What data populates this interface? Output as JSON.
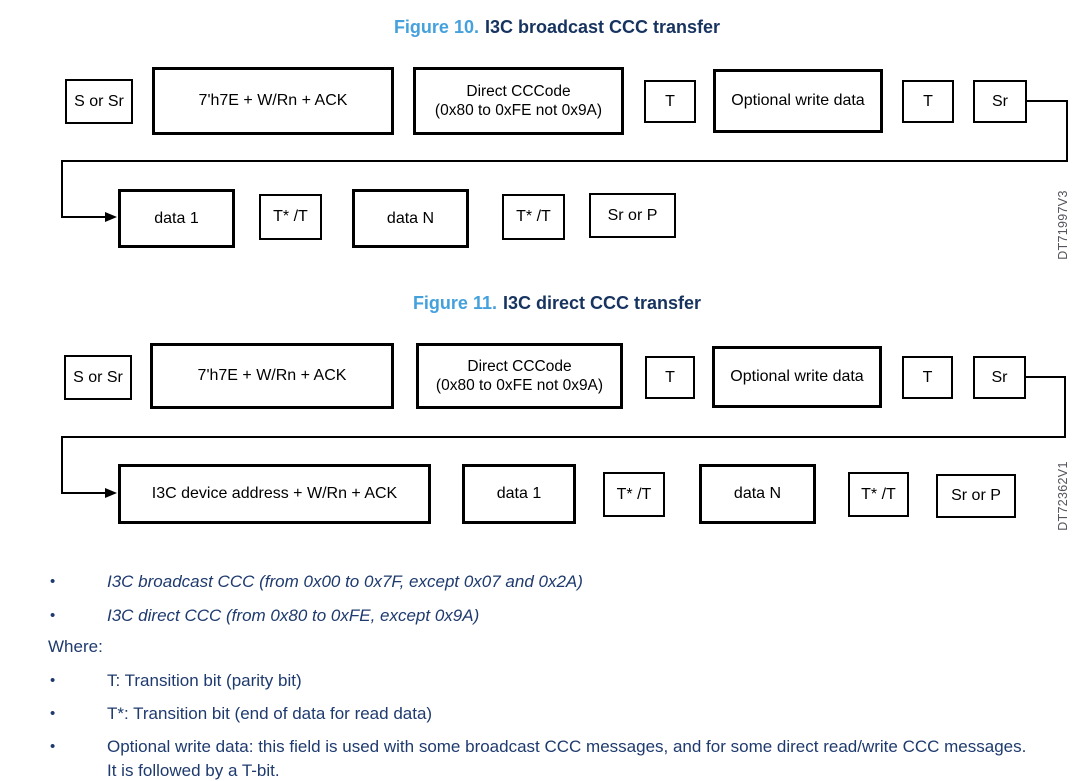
{
  "colors": {
    "figure_label_blue": "#44a1dc",
    "figure_title_navy": "#17335f",
    "body_text_navy": "#1e3a6e",
    "box_border_black": "#000000",
    "watermark_gray": "#54545c",
    "background": "#ffffff"
  },
  "figure10": {
    "title_label": "Figure 10.",
    "title_text": "I3C broadcast CCC transfer",
    "watermark": "DT71997V3",
    "row1": {
      "start": "S or Sr",
      "header": "7'h7E + W/Rn + ACK",
      "ccc_code": "Direct CCCode\n(0x80 to 0xFE not 0x9A)",
      "t1": "T",
      "optional_write": "Optional write data",
      "t2": "T",
      "sr": "Sr"
    },
    "row2": {
      "data1": "data 1",
      "tbit1": "T* /T",
      "dataN": "data N",
      "tbit2": "T* /T",
      "end": "Sr or P"
    }
  },
  "figure11": {
    "title_label": "Figure 11.",
    "title_text": "I3C direct CCC transfer",
    "watermark": "DT72362V1",
    "row1": {
      "start": "S or Sr",
      "header": "7'h7E + W/Rn + ACK",
      "ccc_code": "Direct CCCode\n(0x80 to 0xFE not 0x9A)",
      "t1": "T",
      "optional_write": "Optional write data",
      "t2": "T",
      "sr": "Sr"
    },
    "row2": {
      "device_address": "I3C device address + W/Rn + ACK",
      "data1": "data 1",
      "tbit1": "T* /T",
      "dataN": "data N",
      "tbit2": "T* /T",
      "end": "Sr or P"
    }
  },
  "notes": {
    "bullet_char": "•",
    "italic_bullets": [
      "I3C broadcast CCC (from 0x00 to 0x7F, except 0x07 and 0x2A)",
      "I3C direct CCC (from 0x80 to 0xFE, except 0x9A)"
    ],
    "where_label": "Where:",
    "bullets": [
      "T: Transition bit (parity bit)",
      "T*: Transition bit (end of data for read data)",
      "Optional write data: this field is used with some broadcast CCC messages, and for some direct read/write CCC messages. It is followed by a T-bit."
    ]
  }
}
